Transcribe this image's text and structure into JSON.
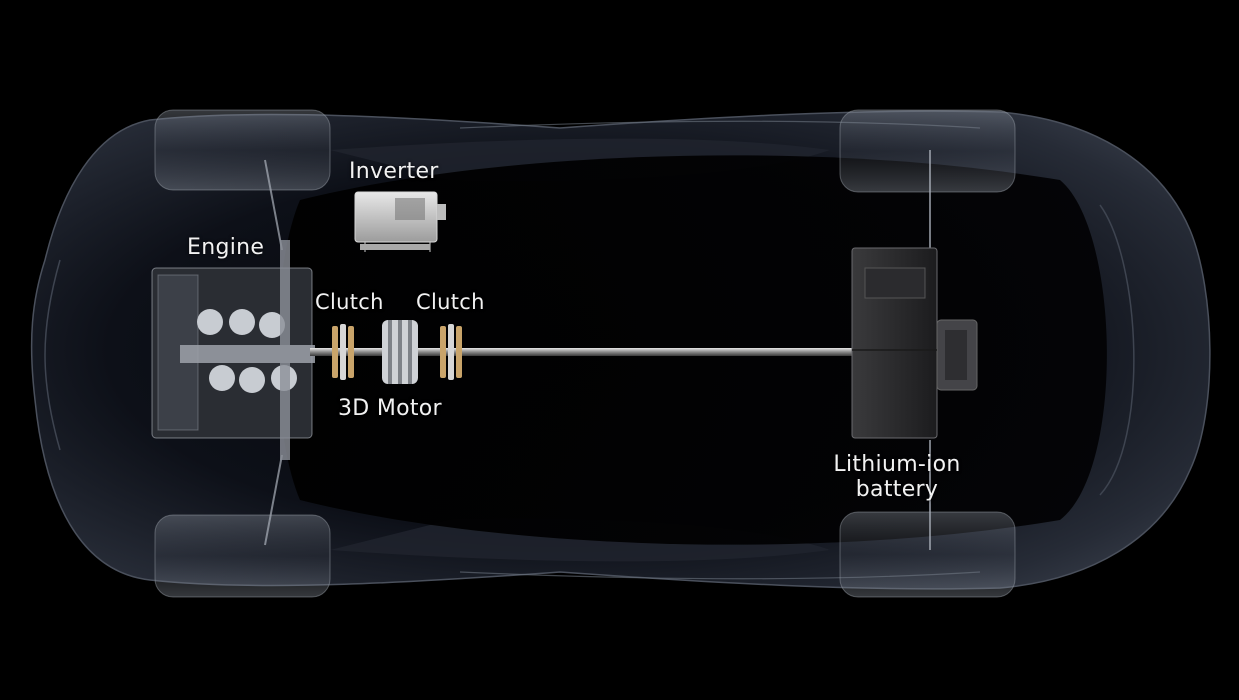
{
  "labels": {
    "inverter": "Inverter",
    "engine": "Engine",
    "clutch_left": "Clutch",
    "clutch_right": "Clutch",
    "motor": "3D Motor",
    "battery_line1": "Lithium-ion",
    "battery_line2": "battery"
  },
  "colors": {
    "background": "#000000",
    "body": "#1a1e28",
    "label_text": "#f2f2f2",
    "tail_light": "#b3121a",
    "clutch_gold": "#c9a46a"
  }
}
